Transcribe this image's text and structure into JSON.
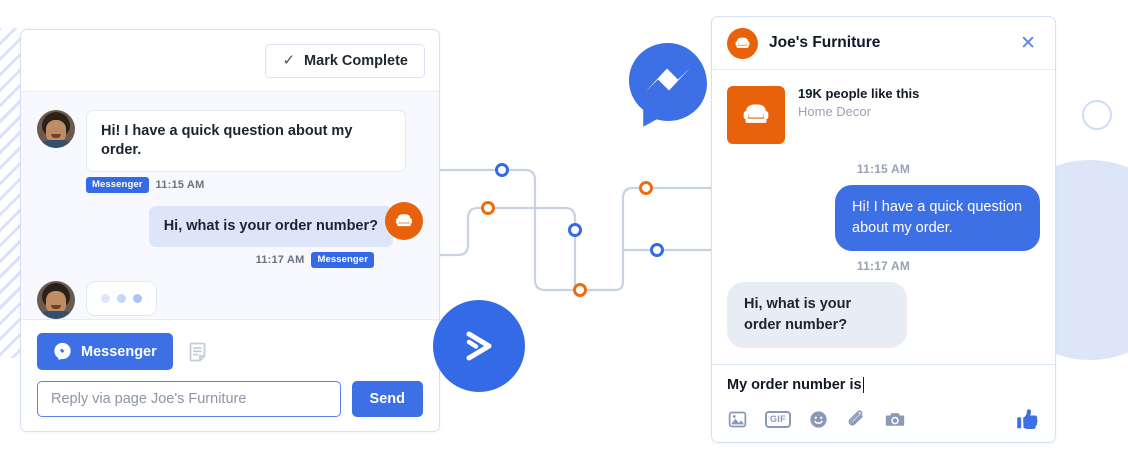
{
  "brand": {
    "messenger_logo": "messenger-logo",
    "activecampaign_logo": "activecampaign-logo",
    "accent_blue": "#3d6fe5",
    "accent_orange": "#e8620b",
    "node_blue": "#356ae6",
    "node_orange": "#ef6c13",
    "line_grey": "#c8d2e4"
  },
  "left_panel": {
    "header": {
      "mark_complete_label": "Mark Complete",
      "check_icon": "check-icon"
    },
    "messages": [
      {
        "direction": "incoming",
        "text": "Hi! I have a quick question about my order.",
        "channel": "Messenger",
        "time": "11:15 AM",
        "avatar": "customer-avatar"
      },
      {
        "direction": "outgoing",
        "text": "Hi, what is your order number?",
        "channel": "Messenger",
        "time": "11:17 AM",
        "avatar": "joes-furniture-avatar"
      },
      {
        "direction": "incoming",
        "typing": true,
        "avatar": "customer-avatar"
      }
    ],
    "composer": {
      "channel_button_label": "Messenger",
      "channel_icon": "messenger-bubble-icon",
      "note_icon": "note-icon",
      "reply_placeholder": "Reply via page Joe's Furniture",
      "reply_value": "",
      "send_label": "Send"
    }
  },
  "right_panel": {
    "header": {
      "title": "Joe's Furniture",
      "logo_icon": "armchair-icon",
      "close_icon": "close-icon"
    },
    "page_info": {
      "likes": "19K people like this",
      "category": "Home Decor",
      "thumb_icon": "armchair-icon"
    },
    "messages": [
      {
        "time": "11:15 AM",
        "direction": "outgoing",
        "text": "Hi! I have a quick question about my order."
      },
      {
        "time": "11:17 AM",
        "direction": "incoming",
        "text": "Hi, what is your order number?"
      }
    ],
    "composer": {
      "value": "My order number is",
      "icons": [
        {
          "name": "photo-icon",
          "label": ""
        },
        {
          "name": "gif-icon",
          "label": "GIF"
        },
        {
          "name": "emoji-icon",
          "label": ""
        },
        {
          "name": "attachment-icon",
          "label": ""
        },
        {
          "name": "camera-icon",
          "label": ""
        }
      ],
      "like_icon": "thumbs-up-icon"
    }
  },
  "circuit": {
    "nodes": [
      {
        "color": "#356ae6",
        "shape": "blue-node"
      },
      {
        "color": "#ef6c13",
        "shape": "orange-node"
      },
      {
        "color": "#356ae6",
        "shape": "blue-node"
      },
      {
        "color": "#ef6c13",
        "shape": "orange-node"
      },
      {
        "color": "#ef6c13",
        "shape": "orange-node"
      },
      {
        "color": "#356ae6",
        "shape": "blue-node"
      }
    ]
  }
}
